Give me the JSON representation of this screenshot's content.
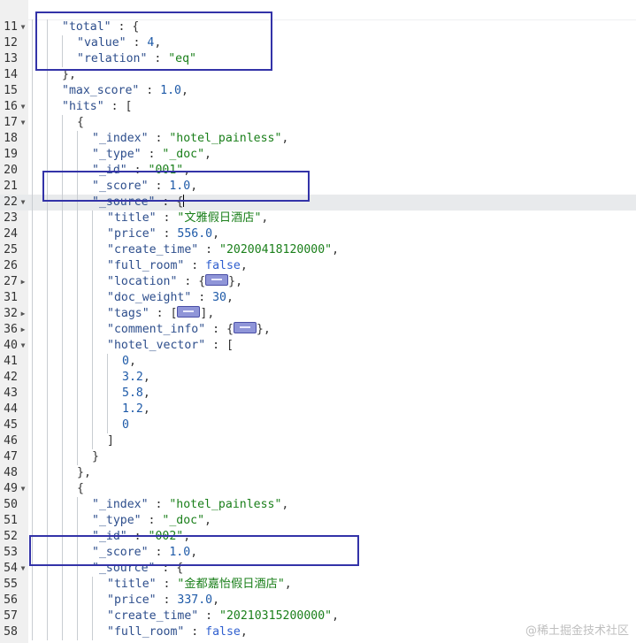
{
  "lines": [
    {
      "n": "11",
      "fold": "down",
      "indent": 2,
      "t": [
        [
          "k",
          "\"total\""
        ],
        [
          "p",
          " : {"
        ]
      ]
    },
    {
      "n": "12",
      "indent": 3,
      "t": [
        [
          "k",
          "\"value\""
        ],
        [
          "p",
          " : "
        ],
        [
          "n",
          "4"
        ],
        [
          "p",
          ","
        ]
      ]
    },
    {
      "n": "13",
      "indent": 3,
      "t": [
        [
          "k",
          "\"relation\""
        ],
        [
          "p",
          " : "
        ],
        [
          "s",
          "\"eq\""
        ]
      ]
    },
    {
      "n": "14",
      "indent": 2,
      "t": [
        [
          "p",
          "},"
        ]
      ]
    },
    {
      "n": "15",
      "indent": 2,
      "t": [
        [
          "k",
          "\"max_score\""
        ],
        [
          "p",
          " : "
        ],
        [
          "n",
          "1.0"
        ],
        [
          "p",
          ","
        ]
      ]
    },
    {
      "n": "16",
      "fold": "down",
      "indent": 2,
      "t": [
        [
          "k",
          "\"hits\""
        ],
        [
          "p",
          " : ["
        ]
      ]
    },
    {
      "n": "17",
      "fold": "down",
      "indent": 3,
      "t": [
        [
          "p",
          "{"
        ]
      ]
    },
    {
      "n": "18",
      "indent": 4,
      "t": [
        [
          "k",
          "\"_index\""
        ],
        [
          "p",
          " : "
        ],
        [
          "s",
          "\"hotel_painless\""
        ],
        [
          "p",
          ","
        ]
      ]
    },
    {
      "n": "19",
      "indent": 4,
      "t": [
        [
          "k",
          "\"_type\""
        ],
        [
          "p",
          " : "
        ],
        [
          "s",
          "\"_doc\""
        ],
        [
          "p",
          ","
        ]
      ]
    },
    {
      "n": "20",
      "indent": 4,
      "t": [
        [
          "k",
          "\"_id\""
        ],
        [
          "p",
          " : "
        ],
        [
          "s",
          "\"001\""
        ],
        [
          "p",
          ","
        ]
      ]
    },
    {
      "n": "21",
      "indent": 4,
      "t": [
        [
          "k",
          "\"_score\""
        ],
        [
          "p",
          " : "
        ],
        [
          "n",
          "1.0"
        ],
        [
          "p",
          ","
        ]
      ]
    },
    {
      "n": "22",
      "fold": "down",
      "active": true,
      "indent": 4,
      "t": [
        [
          "k",
          "\"_source\""
        ],
        [
          "p",
          " : {"
        ],
        [
          "cursor",
          ""
        ]
      ]
    },
    {
      "n": "23",
      "indent": 5,
      "t": [
        [
          "k",
          "\"title\""
        ],
        [
          "p",
          " : "
        ],
        [
          "s",
          "\"文雅假日酒店\""
        ],
        [
          "p",
          ","
        ]
      ]
    },
    {
      "n": "24",
      "indent": 5,
      "t": [
        [
          "k",
          "\"price\""
        ],
        [
          "p",
          " : "
        ],
        [
          "n",
          "556.0"
        ],
        [
          "p",
          ","
        ]
      ]
    },
    {
      "n": "25",
      "indent": 5,
      "t": [
        [
          "k",
          "\"create_time\""
        ],
        [
          "p",
          " : "
        ],
        [
          "s",
          "\"20200418120000\""
        ],
        [
          "p",
          ","
        ]
      ]
    },
    {
      "n": "26",
      "indent": 5,
      "t": [
        [
          "k",
          "\"full_room\""
        ],
        [
          "p",
          " : "
        ],
        [
          "b",
          "false"
        ],
        [
          "p",
          ","
        ]
      ]
    },
    {
      "n": "27",
      "fold": "right",
      "indent": 5,
      "t": [
        [
          "k",
          "\"location\""
        ],
        [
          "p",
          " : {"
        ],
        [
          "badge",
          ""
        ],
        [
          "p",
          "},"
        ]
      ]
    },
    {
      "n": "31",
      "indent": 5,
      "t": [
        [
          "k",
          "\"doc_weight\""
        ],
        [
          "p",
          " : "
        ],
        [
          "n",
          "30"
        ],
        [
          "p",
          ","
        ]
      ]
    },
    {
      "n": "32",
      "fold": "right",
      "indent": 5,
      "t": [
        [
          "k",
          "\"tags\""
        ],
        [
          "p",
          " : ["
        ],
        [
          "badge",
          ""
        ],
        [
          "p",
          "],"
        ]
      ]
    },
    {
      "n": "36",
      "fold": "right",
      "indent": 5,
      "t": [
        [
          "k",
          "\"comment_info\""
        ],
        [
          "p",
          " : {"
        ],
        [
          "badge",
          ""
        ],
        [
          "p",
          "},"
        ]
      ]
    },
    {
      "n": "40",
      "fold": "down",
      "indent": 5,
      "t": [
        [
          "k",
          "\"hotel_vector\""
        ],
        [
          "p",
          " : ["
        ]
      ]
    },
    {
      "n": "41",
      "indent": 6,
      "t": [
        [
          "n",
          "0"
        ],
        [
          "p",
          ","
        ]
      ]
    },
    {
      "n": "42",
      "indent": 6,
      "t": [
        [
          "n",
          "3.2"
        ],
        [
          "p",
          ","
        ]
      ]
    },
    {
      "n": "43",
      "indent": 6,
      "t": [
        [
          "n",
          "5.8"
        ],
        [
          "p",
          ","
        ]
      ]
    },
    {
      "n": "44",
      "indent": 6,
      "t": [
        [
          "n",
          "1.2"
        ],
        [
          "p",
          ","
        ]
      ]
    },
    {
      "n": "45",
      "indent": 6,
      "t": [
        [
          "n",
          "0"
        ]
      ]
    },
    {
      "n": "46",
      "indent": 5,
      "t": [
        [
          "p",
          "]"
        ]
      ]
    },
    {
      "n": "47",
      "indent": 4,
      "t": [
        [
          "p",
          "}"
        ]
      ]
    },
    {
      "n": "48",
      "indent": 3,
      "t": [
        [
          "p",
          "},"
        ]
      ]
    },
    {
      "n": "49",
      "fold": "down",
      "indent": 3,
      "t": [
        [
          "p",
          "{"
        ]
      ]
    },
    {
      "n": "50",
      "indent": 4,
      "t": [
        [
          "k",
          "\"_index\""
        ],
        [
          "p",
          " : "
        ],
        [
          "s",
          "\"hotel_painless\""
        ],
        [
          "p",
          ","
        ]
      ]
    },
    {
      "n": "51",
      "indent": 4,
      "t": [
        [
          "k",
          "\"_type\""
        ],
        [
          "p",
          " : "
        ],
        [
          "s",
          "\"_doc\""
        ],
        [
          "p",
          ","
        ]
      ]
    },
    {
      "n": "52",
      "indent": 4,
      "t": [
        [
          "k",
          "\"_id\""
        ],
        [
          "p",
          " : "
        ],
        [
          "s",
          "\"002\""
        ],
        [
          "p",
          ","
        ]
      ]
    },
    {
      "n": "53",
      "indent": 4,
      "t": [
        [
          "k",
          "\"_score\""
        ],
        [
          "p",
          " : "
        ],
        [
          "n",
          "1.0"
        ],
        [
          "p",
          ","
        ]
      ]
    },
    {
      "n": "54",
      "fold": "down",
      "indent": 4,
      "t": [
        [
          "k",
          "\"_source\""
        ],
        [
          "p",
          " : {"
        ]
      ]
    },
    {
      "n": "55",
      "indent": 5,
      "t": [
        [
          "k",
          "\"title\""
        ],
        [
          "p",
          " : "
        ],
        [
          "s",
          "\"金都嘉怡假日酒店\""
        ],
        [
          "p",
          ","
        ]
      ]
    },
    {
      "n": "56",
      "indent": 5,
      "t": [
        [
          "k",
          "\"price\""
        ],
        [
          "p",
          " : "
        ],
        [
          "n",
          "337.0"
        ],
        [
          "p",
          ","
        ]
      ]
    },
    {
      "n": "57",
      "indent": 5,
      "t": [
        [
          "k",
          "\"create_time\""
        ],
        [
          "p",
          " : "
        ],
        [
          "s",
          "\"20210315200000\""
        ],
        [
          "p",
          ","
        ]
      ]
    },
    {
      "n": "58",
      "indent": 5,
      "t": [
        [
          "k",
          "\"full_room\""
        ],
        [
          "p",
          " : "
        ],
        [
          "b",
          "false"
        ],
        [
          "p",
          ","
        ]
      ]
    }
  ],
  "watermark": "@稀土掘金技术社区",
  "colors": {
    "key": "#2d4e8c",
    "string": "#1a7f1a",
    "number": "#1e5aa8",
    "bool": "#2f5fcf",
    "highlight": "#3333a8"
  }
}
